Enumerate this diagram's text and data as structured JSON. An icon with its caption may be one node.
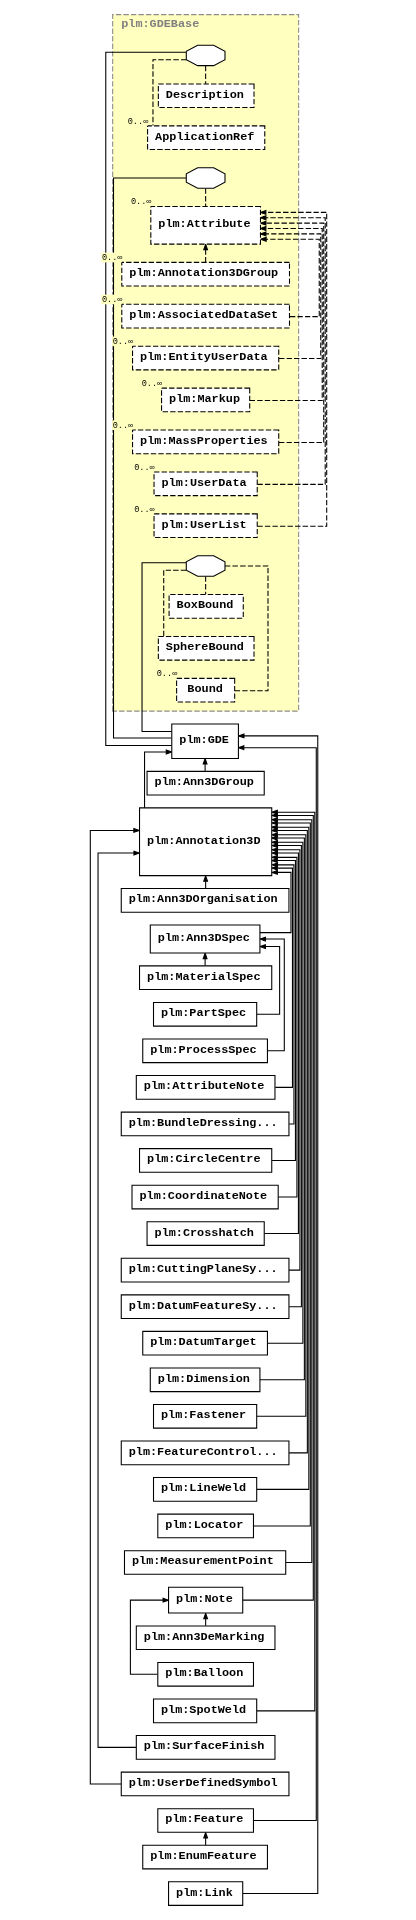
{
  "diagram": {
    "nodes": [
      {
        "text": [
          "plm:GDE"
        ]
      },
      {
        "text": [
          "plm:GDEBase"
        ]
      },
      {
        "text": [],
        "shape": "octagon",
        "in": 1
      },
      {
        "text": [
          "Description"
        ],
        "in": 1
      },
      {
        "text": [
          "ApplicationRef"
        ],
        "in": 1,
        "beside": [
          "0..∞"
        ]
      },
      {
        "text": [],
        "shape": "octagon",
        "in": 1
      },
      {
        "text": [
          "plm:Attribute"
        ],
        "in": 1,
        "beside": [
          "0..∞"
        ]
      },
      {
        "text": [
          "plm:Annotation3DGroup"
        ],
        "in": 1,
        "beside": [
          "0..∞"
        ]
      },
      {
        "text": [
          "plm:AssociatedDataSet"
        ],
        "in": 1,
        "beside": [
          "0..∞"
        ]
      },
      {
        "text": [
          "plm:EntityUserData"
        ],
        "in": 1,
        "beside": [
          "0..∞"
        ]
      },
      {
        "text": [
          "plm:Markup"
        ],
        "in": 1,
        "beside": [
          "0..∞"
        ]
      },
      {
        "text": [
          "plm:MassProperties"
        ],
        "in": 1,
        "beside": [
          "0..∞"
        ]
      },
      {
        "text": [
          "plm:UserData"
        ],
        "in": 1,
        "beside": [
          "0..∞"
        ]
      },
      {
        "text": [
          "plm:UserList"
        ],
        "in": 1,
        "beside": [
          "0..∞"
        ]
      },
      {
        "text": [],
        "shape": "octagon",
        "in": 1
      },
      {
        "text": [
          "BoxBound"
        ],
        "in": 1
      },
      {
        "text": [
          "SphereBound"
        ],
        "in": 1
      },
      {
        "text": [
          "Bound"
        ],
        "in": 1,
        "beside": [
          "0..∞"
        ]
      },
      {
        "text": [
          "plm:Ann3DGroup"
        ]
      },
      {
        "text": [
          "plm:Annotation3D"
        ]
      },
      {
        "text": [
          "plm:Ann3DOrganisation"
        ]
      },
      {
        "text": [
          "plm:Ann3DSpec"
        ]
      },
      {
        "text": [
          "plm:MaterialSpec"
        ]
      },
      {
        "text": [
          "plm:PartSpec"
        ]
      },
      {
        "text": [
          "plm:ProcessSpec"
        ]
      },
      {
        "text": [
          "plm:AttributeNote"
        ]
      },
      {
        "text": [
          "plm:BundleDressing..."
        ]
      },
      {
        "text": [
          "plm:CircleCentre"
        ]
      },
      {
        "text": [
          "plm:CoordinateNote"
        ]
      },
      {
        "text": [
          "plm:Crosshatch"
        ]
      },
      {
        "text": [
          "plm:CuttingPlaneSy..."
        ]
      },
      {
        "text": [
          "plm:DatumFeatureSy..."
        ]
      },
      {
        "text": [
          "plm:DatumTarget"
        ]
      },
      {
        "text": [
          "plm:Dimension"
        ]
      },
      {
        "text": [
          "plm:Fastener"
        ]
      },
      {
        "text": [
          "plm:FeatureControl..."
        ]
      },
      {
        "text": [
          "plm:LineWeld"
        ]
      },
      {
        "text": [
          "plm:Locator"
        ]
      },
      {
        "text": [
          "plm:MeasurementPoint"
        ]
      },
      {
        "text": [
          "plm:Note"
        ]
      },
      {
        "text": [
          "plm:Ann3DeMarking"
        ]
      },
      {
        "text": [
          "plm:Balloon"
        ]
      },
      {
        "text": [
          "plm:SpotWeld"
        ]
      },
      {
        "text": [
          "plm:SurfaceFinish"
        ]
      },
      {
        "text": [
          "plm:UserDefinedSymbol"
        ]
      },
      {
        "text": [
          "plm:Feature"
        ]
      },
      {
        "text": [
          "plm:EnumFeature"
        ]
      },
      {
        "text": [
          "plm:Link"
        ]
      }
    ],
    "edges": [
      {
        "from": 0,
        "to": 2,
        "arrow": "none"
      },
      {
        "from": 2,
        "to": 3,
        "arrow": "none",
        "style": "dashed"
      },
      {
        "from": 2,
        "to": 4,
        "arrow": "none",
        "style": "dashed"
      },
      {
        "from": 0,
        "to": 5,
        "arrow": "none"
      },
      {
        "from": 5,
        "to": 6,
        "arrow": "none",
        "style": "dashed"
      },
      {
        "from": 7,
        "to": 6,
        "arrow": "to",
        "style": "dashed"
      },
      {
        "from": 8,
        "to": 6,
        "arrow": "to",
        "style": "dashed"
      },
      {
        "from": 9,
        "to": 6,
        "arrow": "to",
        "style": "dashed"
      },
      {
        "from": 10,
        "to": 6,
        "arrow": "to",
        "style": "dashed"
      },
      {
        "from": 11,
        "to": 6,
        "arrow": "to",
        "style": "dashed"
      },
      {
        "from": 12,
        "to": 6,
        "arrow": "to",
        "style": "dashed"
      },
      {
        "from": 13,
        "to": 6,
        "arrow": "to",
        "style": "dashed"
      },
      {
        "from": 0,
        "to": 14,
        "arrow": "none"
      },
      {
        "from": 14,
        "to": 15,
        "arrow": "none",
        "style": "dashed"
      },
      {
        "from": 14,
        "to": 16,
        "arrow": "none",
        "style": "dashed"
      },
      {
        "from": 14,
        "to": 17,
        "arrow": "none",
        "style": "dashed"
      },
      {
        "from": 18,
        "to": 0,
        "arrow": "to"
      },
      {
        "from": 19,
        "to": 0,
        "arrow": "to"
      },
      {
        "from": 20,
        "to": 19,
        "arrow": "to"
      },
      {
        "from": 21,
        "to": 19,
        "arrow": "to"
      },
      {
        "from": 22,
        "to": 21,
        "arrow": "to"
      },
      {
        "from": 23,
        "to": 21,
        "arrow": "to"
      },
      {
        "from": 24,
        "to": 21,
        "arrow": "to"
      },
      {
        "from": 25,
        "to": 19,
        "arrow": "to"
      },
      {
        "from": 26,
        "to": 19,
        "arrow": "to"
      },
      {
        "from": 27,
        "to": 19,
        "arrow": "to"
      },
      {
        "from": 28,
        "to": 19,
        "arrow": "to"
      },
      {
        "from": 29,
        "to": 19,
        "arrow": "to"
      },
      {
        "from": 30,
        "to": 19,
        "arrow": "to"
      },
      {
        "from": 31,
        "to": 19,
        "arrow": "to"
      },
      {
        "from": 32,
        "to": 19,
        "arrow": "to"
      },
      {
        "from": 33,
        "to": 19,
        "arrow": "to"
      },
      {
        "from": 34,
        "to": 19,
        "arrow": "to"
      },
      {
        "from": 35,
        "to": 19,
        "arrow": "to"
      },
      {
        "from": 36,
        "to": 19,
        "arrow": "to"
      },
      {
        "from": 37,
        "to": 19,
        "arrow": "to"
      },
      {
        "from": 38,
        "to": 19,
        "arrow": "to"
      },
      {
        "from": 39,
        "to": 19,
        "arrow": "to"
      },
      {
        "from": 40,
        "to": 39,
        "arrow": "to"
      },
      {
        "from": 41,
        "to": 39,
        "arrow": "to"
      },
      {
        "from": 42,
        "to": 19,
        "arrow": "to"
      },
      {
        "from": 43,
        "to": 19,
        "arrow": "to"
      },
      {
        "from": 44,
        "to": 19,
        "arrow": "to"
      },
      {
        "from": 45,
        "to": 0,
        "arrow": "to"
      },
      {
        "from": 46,
        "to": 45,
        "arrow": "to"
      },
      {
        "from": 47,
        "to": 0,
        "arrow": "to"
      }
    ]
  }
}
